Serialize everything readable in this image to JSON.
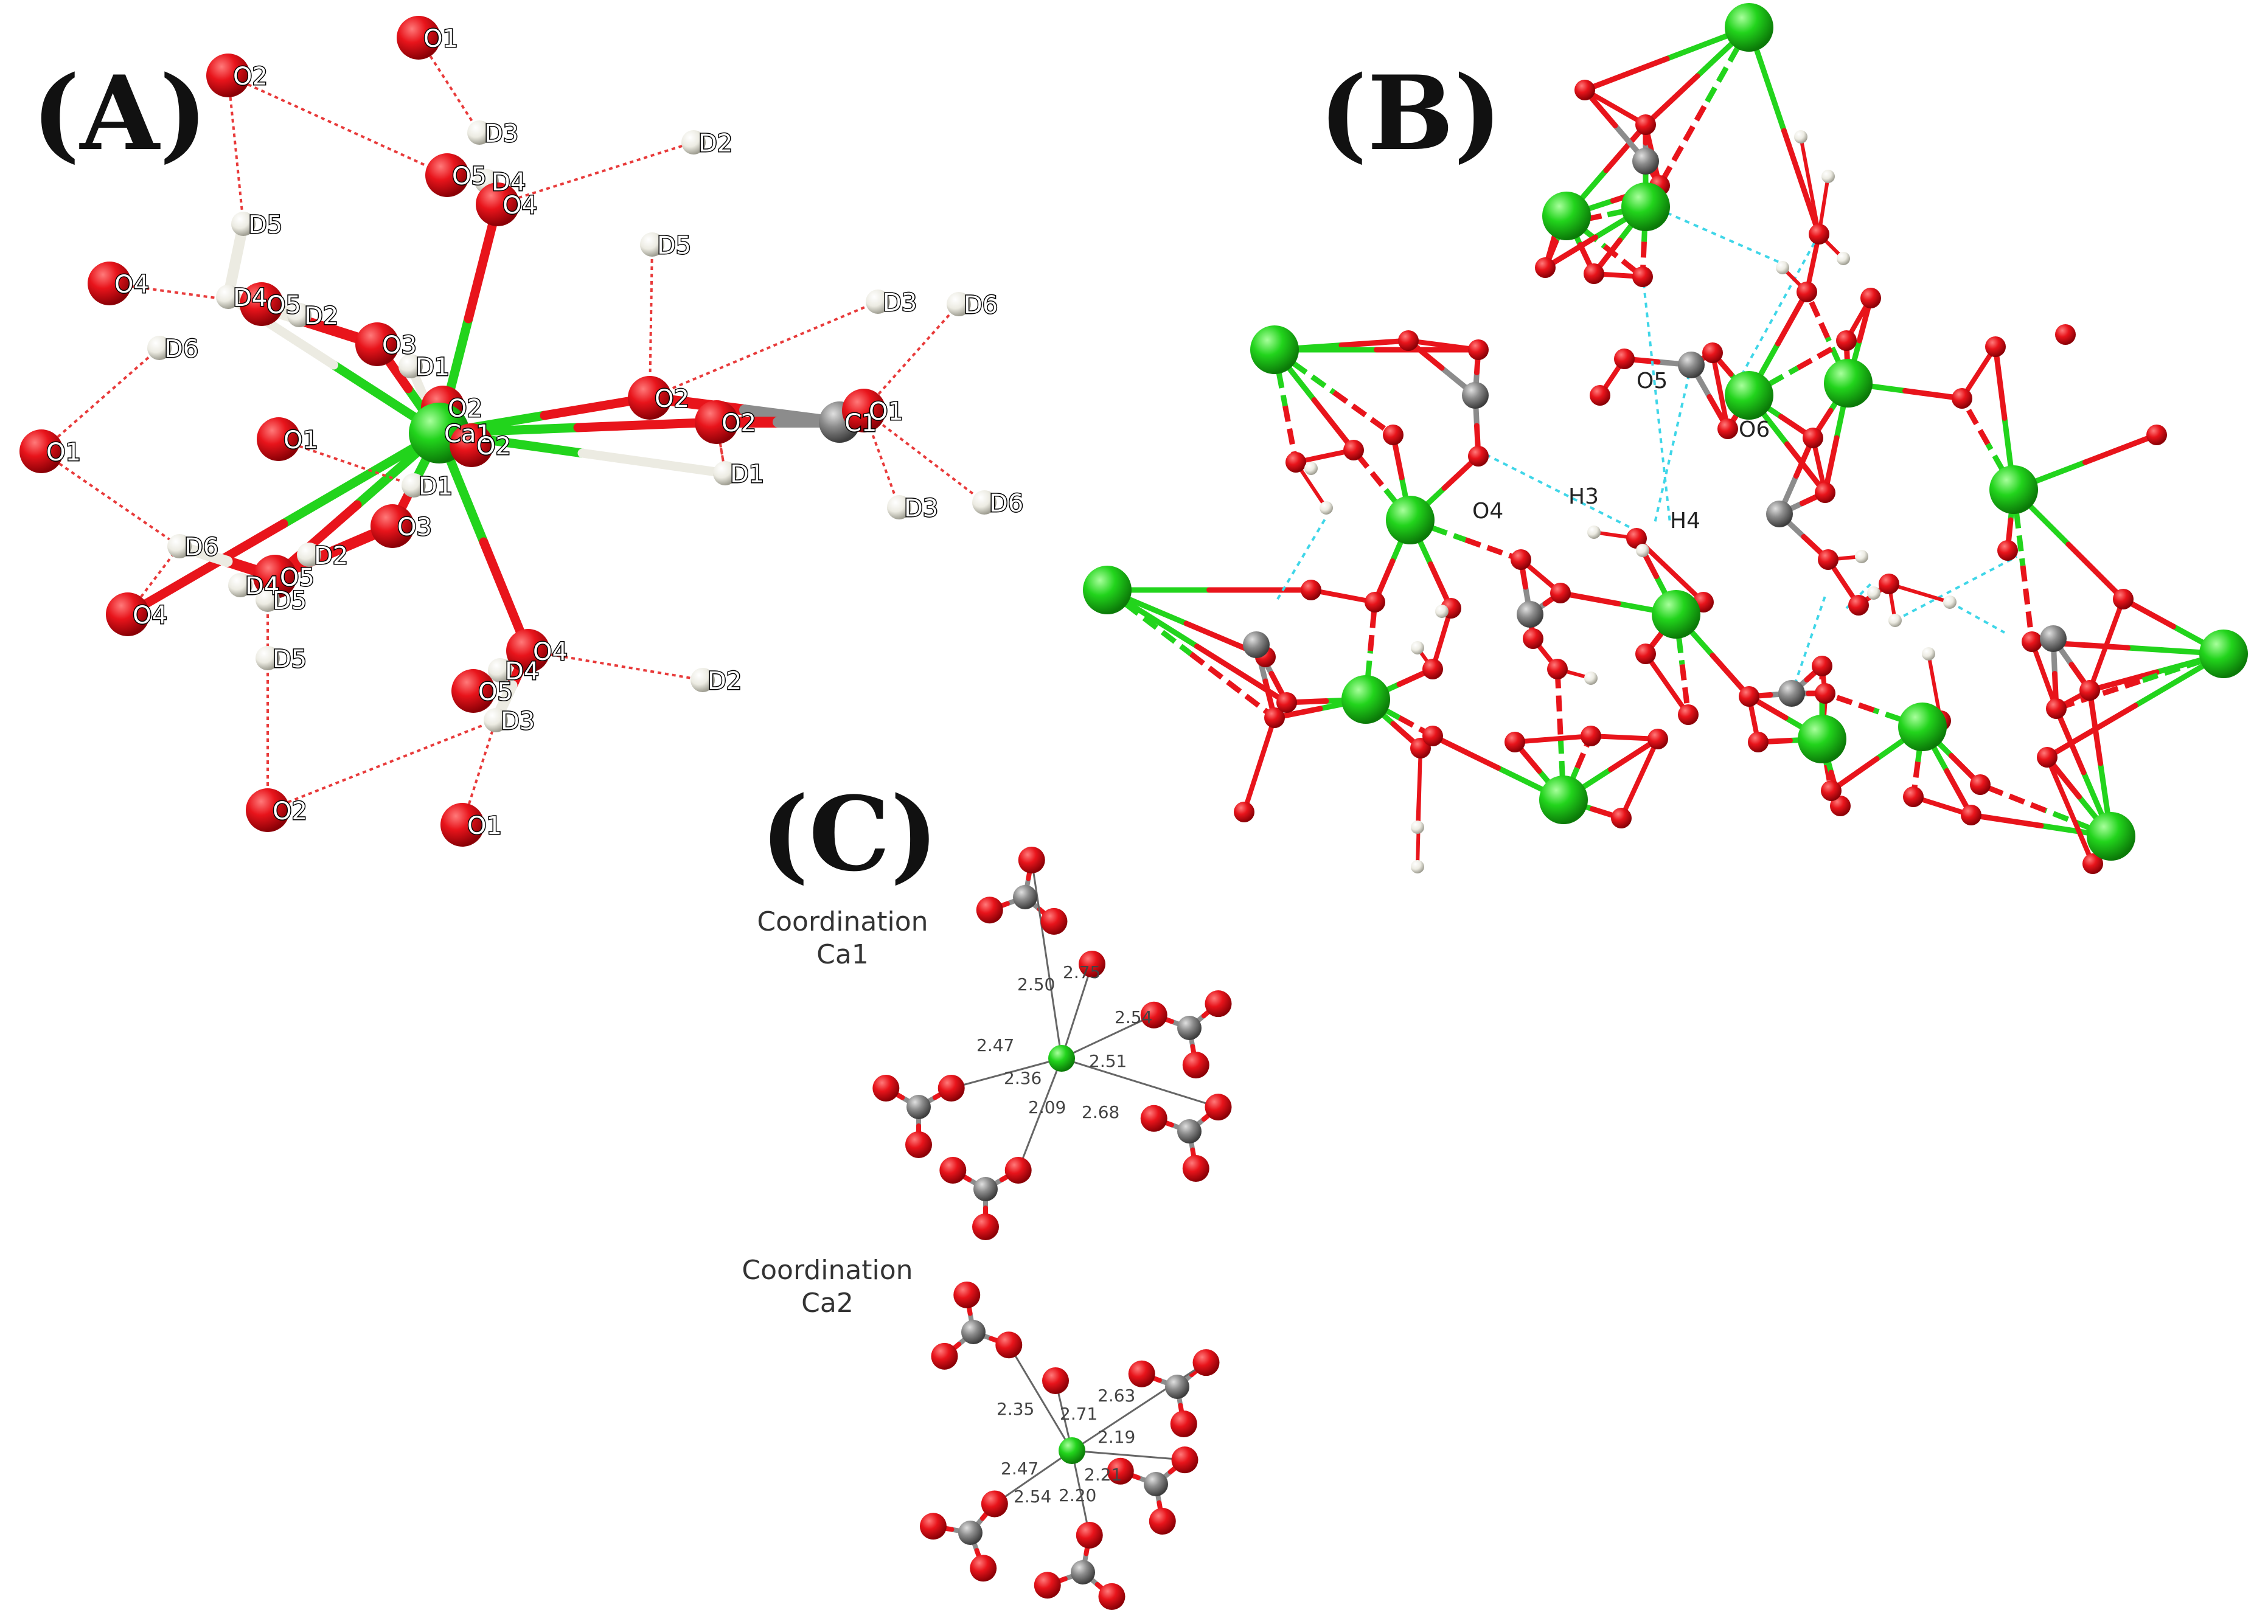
{
  "panels": {
    "a": {
      "letter": "(A)"
    },
    "b": {
      "letter": "(B)"
    },
    "c": {
      "letter": "(C)"
    }
  },
  "panel_a": {
    "atoms": [
      {
        "label": "O1",
        "el": "O"
      },
      {
        "label": "O2",
        "el": "O"
      },
      {
        "label": "D3",
        "el": "D"
      },
      {
        "label": "D2",
        "el": "D"
      },
      {
        "label": "O5",
        "el": "O"
      },
      {
        "label": "D4",
        "el": "D"
      },
      {
        "label": "O4",
        "el": "O"
      },
      {
        "label": "D5",
        "el": "D"
      },
      {
        "label": "D5",
        "el": "D"
      },
      {
        "label": "O4",
        "el": "O"
      },
      {
        "label": "D4",
        "el": "D"
      },
      {
        "label": "O5",
        "el": "O"
      },
      {
        "label": "D2",
        "el": "D"
      },
      {
        "label": "O3",
        "el": "O"
      },
      {
        "label": "D3",
        "el": "D"
      },
      {
        "label": "D6",
        "el": "D"
      },
      {
        "label": "D6",
        "el": "D"
      },
      {
        "label": "D1",
        "el": "D"
      },
      {
        "label": "O2",
        "el": "O"
      },
      {
        "label": "Ca1",
        "el": "Ca"
      },
      {
        "label": "O2",
        "el": "O"
      },
      {
        "label": "O2",
        "el": "O"
      },
      {
        "label": "C1",
        "el": "C"
      },
      {
        "label": "O1",
        "el": "O"
      },
      {
        "label": "O1",
        "el": "O"
      },
      {
        "label": "O1",
        "el": "O"
      },
      {
        "label": "D1",
        "el": "D"
      },
      {
        "label": "O2",
        "el": "O"
      },
      {
        "label": "D1",
        "el": "D"
      },
      {
        "label": "D3",
        "el": "D"
      },
      {
        "label": "D6",
        "el": "D"
      },
      {
        "label": "O3",
        "el": "O"
      },
      {
        "label": "D6",
        "el": "D"
      },
      {
        "label": "O5",
        "el": "O"
      },
      {
        "label": "D2",
        "el": "D"
      },
      {
        "label": "D4",
        "el": "D"
      },
      {
        "label": "D5",
        "el": "D"
      },
      {
        "label": "O4",
        "el": "O"
      },
      {
        "label": "D5",
        "el": "D"
      },
      {
        "label": "O4",
        "el": "O"
      },
      {
        "label": "D4",
        "el": "D"
      },
      {
        "label": "O5",
        "el": "O"
      },
      {
        "label": "D3",
        "el": "D"
      },
      {
        "label": "D2",
        "el": "D"
      },
      {
        "label": "O2",
        "el": "O"
      },
      {
        "label": "O1",
        "el": "O"
      }
    ]
  },
  "panel_b": {
    "labels": [
      "O5",
      "O6",
      "O4",
      "H3",
      "H4"
    ]
  },
  "panel_c": {
    "ca1": {
      "title_line1": "Coordination",
      "title_line2": "Ca1",
      "distances": [
        "2.50",
        "2.75",
        "2.54",
        "2.47",
        "2.51",
        "2.36",
        "2.09",
        "2.68"
      ]
    },
    "ca2": {
      "title_line1": "Coordination",
      "title_line2": "Ca2",
      "distances": [
        "2.35",
        "2.71",
        "2.63",
        "2.19",
        "2.47",
        "2.21",
        "2.54",
        "2.20"
      ]
    }
  },
  "colors": {
    "oxygen": "#e8141b",
    "calcium": "#22d41c",
    "carbon": "#8c8c8c",
    "deuterium": "#ecebe2",
    "hbond_a": "#e83a3a",
    "hbond_b": "#3fd6e8"
  }
}
